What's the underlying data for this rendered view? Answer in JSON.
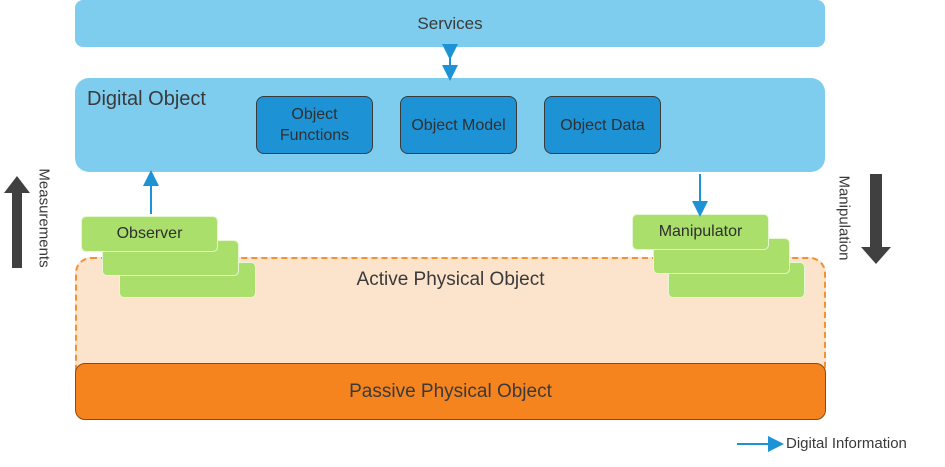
{
  "services": "Services",
  "digital_object": {
    "title": "Digital Object",
    "functions": "Object Functions",
    "model": "Object Model",
    "data": "Object Data"
  },
  "observer": "Observer",
  "manipulator": "Manipulator",
  "active_physical_object": "Active Physical Object",
  "passive_physical_object": "Passive Physical Object",
  "measurements": "Measurements",
  "manipulation": "Manipulation",
  "legend": "Digital Information",
  "colors": {
    "digital": "#7fcdee",
    "digital_sub": "#1d93d6",
    "active": "#fce4cc",
    "passive": "#f5841f",
    "card": "#a9df6a",
    "arrow_digital": "#1d93d6",
    "arrow_block": "#404040"
  }
}
